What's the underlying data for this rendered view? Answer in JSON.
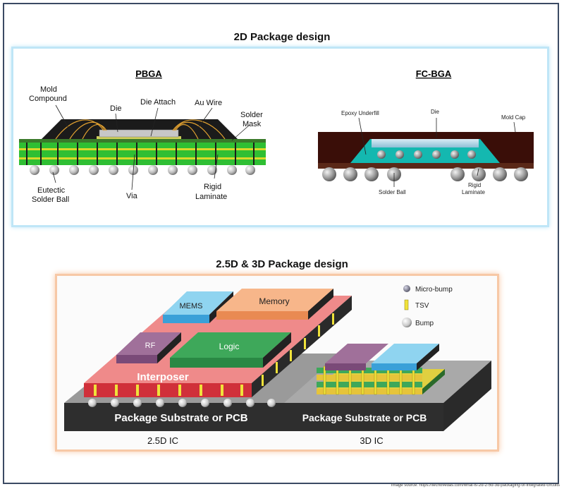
{
  "top_title": "2D  Package design",
  "bottom_title": "2.5D & 3D  Package design",
  "pbga": {
    "title": "PBGA",
    "labels": {
      "mold_compound_1": "Mold",
      "mold_compound_2": "Compound",
      "die": "Die",
      "die_attach": "Die Attach",
      "au_wire": "Au Wire",
      "solder_mask_1": "Solder",
      "solder_mask_2": "Mask",
      "eutectic_1": "Eutectic",
      "eutectic_2": "Solder Ball",
      "via": "Via",
      "rigid_1": "Rigid",
      "rigid_2": "Laminate"
    }
  },
  "fcbga": {
    "title": "FC-BGA",
    "labels": {
      "epoxy": "Epoxy Underfill",
      "die": "Die",
      "mold_cap": "Mold Cap",
      "solder_ball": "Solder Ball",
      "rigid_1": "Rigid",
      "rigid_2": "Laminate"
    }
  },
  "ic25": {
    "mems": "MEMS",
    "memory": "Memory",
    "rf": "RF",
    "logic": "Logic",
    "interposer": "Interposer",
    "substrate": "Package Substrate or PCB",
    "caption": "2.5D IC"
  },
  "ic3d": {
    "substrate": "Package Substrate or PCB",
    "caption": "3D IC"
  },
  "legend": {
    "micro_bump": "Micro-bump",
    "tsv": "TSV",
    "bump": "Bump"
  },
  "source": "Image source: https://techovedas.com/what-is-2d-2-5d-3d-packaging-of-integrated-circuits"
}
